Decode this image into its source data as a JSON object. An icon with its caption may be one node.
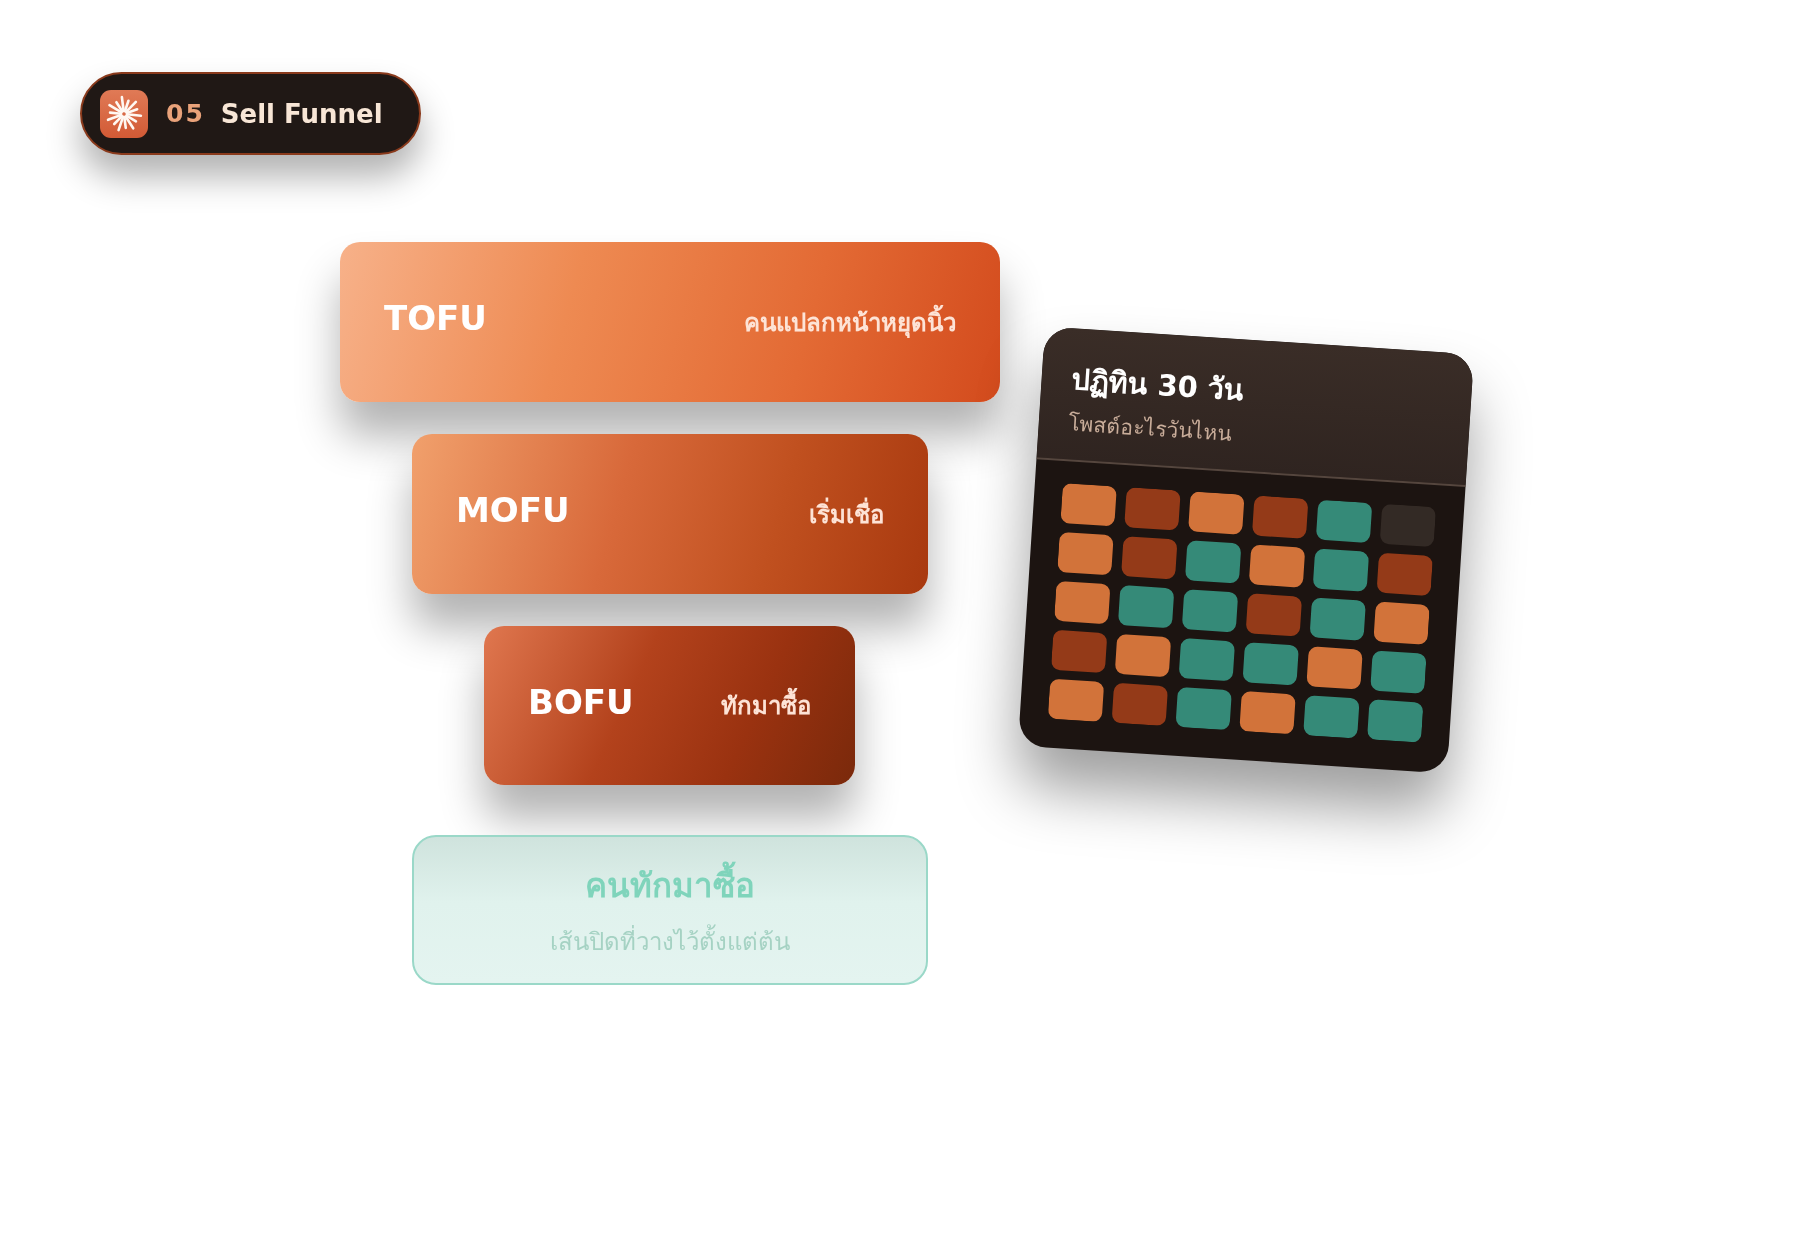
{
  "diagram": {
    "nodes": [
      {
        "text": [
          "05",
          "Sell Funnel"
        ]
      },
      {
        "text": [
          "TOFU",
          "คนแปลกหน้าหยุดนิ้ว"
        ]
      },
      {
        "text": [
          "MOFU",
          "เริ่มเชื่อ"
        ]
      },
      {
        "text": [
          "BOFU",
          "ทักมาซื้อ"
        ]
      },
      {
        "text": [
          "คนทักมาซื้อ",
          "เส้นปิดที่วางไว้ตั้งแต่ต้น"
        ]
      },
      {
        "text": [
          "ปฏิทิน 30 วัน",
          "โพสต์อะไรวันไหน"
        ]
      }
    ]
  }
}
